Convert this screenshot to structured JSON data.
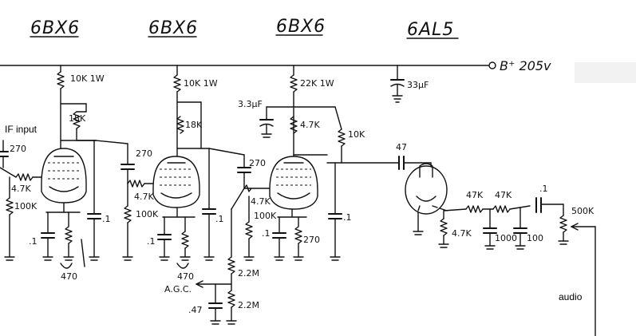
{
  "tubes": {
    "v1": "6BX6",
    "v2": "6BX6",
    "v3": "6BX6",
    "v4": "6AL5"
  },
  "supply": {
    "label": "B⁺ 205v",
    "decoupling_cap": "33μF"
  },
  "stage1": {
    "plate_r": "10K 1W",
    "screen_r": "18K",
    "input_label": "IF input",
    "input_cap": "270",
    "grid_r": "4.7K",
    "grid_leak": "100K",
    "cathode_cap": ".1",
    "cathode_r": "470",
    "screen_cap": ".1"
  },
  "stage2": {
    "plate_r": "10K 1W",
    "screen_r": "18K",
    "coupling_cap": "270",
    "grid_r": "4.7K",
    "grid_leak": "100K",
    "cathode_cap": ".1",
    "cathode_r": "470",
    "screen_cap": ".1"
  },
  "stage3": {
    "plate_r": "22K 1W",
    "screen_cap": "3.3μF",
    "screen_r": "4.7K",
    "load_r": "10K",
    "coupling_cap": "270",
    "grid_r": "4.7K",
    "grid_leak": "100K",
    "cathode_cap": ".1",
    "cathode_r": "270",
    "bypass_cap": ".1"
  },
  "agc": {
    "label": "A.G.C.",
    "r1": "2.2M",
    "r2": "2.2M",
    "cap": ".47"
  },
  "detector": {
    "coupling_cap": "47",
    "load_r": "4.7K",
    "r1": "47K",
    "r2": "47K",
    "c1": "1000",
    "c2": "100",
    "out_cap": ".1",
    "volume": "500K"
  },
  "output": {
    "label": "audio"
  }
}
